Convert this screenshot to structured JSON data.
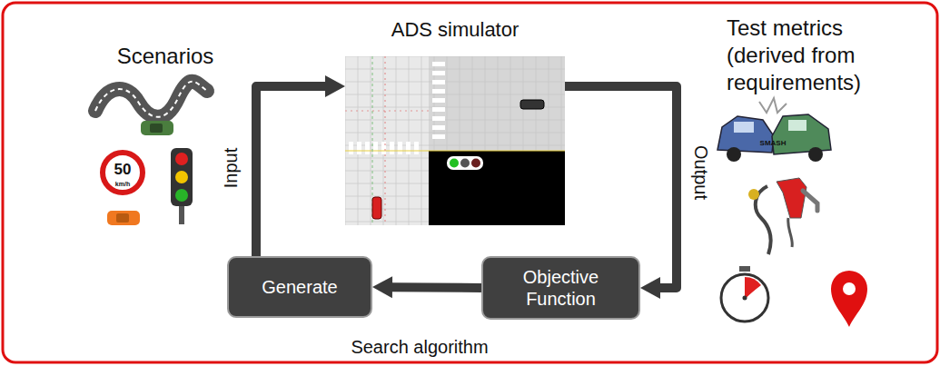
{
  "diagram": {
    "nodes": [
      {
        "text": [
          "ADS simulator"
        ]
      },
      {
        "text": [
          "Objective Function"
        ]
      },
      {
        "text": [
          "Generate"
        ]
      }
    ],
    "edges": [
      {
        "from": 0,
        "to": 1,
        "arrow": "to",
        "label": "Output"
      },
      {
        "from": 1,
        "to": 2,
        "arrow": "to"
      },
      {
        "from": 2,
        "to": 0,
        "arrow": "to",
        "label": "Input"
      }
    ],
    "labels": [
      "Scenarios",
      "50",
      "km/h",
      "Test metrics (derived from requirements)",
      "SMASH",
      "Search algorithm"
    ]
  }
}
